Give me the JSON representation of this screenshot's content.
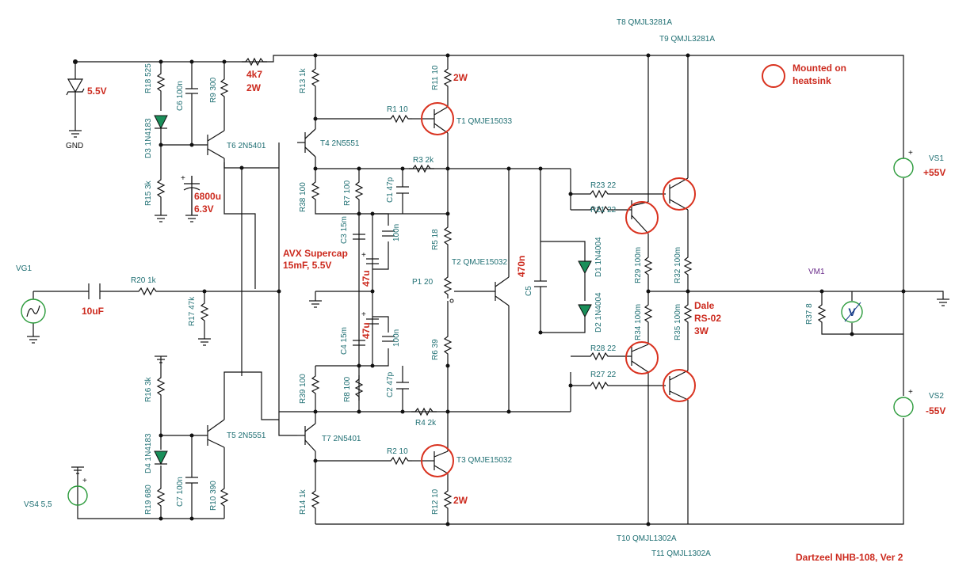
{
  "title": "Dartzeel NHB-108, Ver 2",
  "legend": "Mounted on heatsink",
  "sources": {
    "vg1": "VG1",
    "vs1": "VS1",
    "vs1_value": "+55V",
    "vs2": "VS2",
    "vs2_value": "-55V",
    "vs4": "VS4 5,5",
    "gnd": "GND",
    "vm1": "VM1",
    "meter_symbol": "V"
  },
  "notes": {
    "zener": "5.5V",
    "r_4k7": "4k7",
    "r_4k7_power": "2W",
    "r11_power": "2W",
    "r12_power": "2W",
    "cap_6800u": "6800u",
    "cap_6800u_v": "6.3V",
    "supercap_1": "AVX Supercap",
    "supercap_2": "15mF, 5.5V",
    "cap_47u_top": "47u",
    "cap_47u_bot": "47u",
    "cap_10uF": "10uF",
    "cap_470n": "470n",
    "dale_1": "Dale",
    "dale_2": "RS-02",
    "dale_3": "3W"
  },
  "labels": {
    "R18": "R18 525",
    "C6": "C6 100n",
    "R9": "R9 300",
    "D3": "D3 1N4183",
    "T6": "T6 2N5401",
    "R15": "R15 3k",
    "R13": "R13 1k",
    "R11": "R11 10",
    "R1": "R1 10",
    "T1": "T1 QMJE15033",
    "T4": "T4 2N5551",
    "R3": "R3 2k",
    "R38": "R38 100",
    "R7": "R7 100",
    "C1": "C1 47p",
    "C3": "C3 15m",
    "C3b": "100n",
    "R5": "R5 18",
    "T2": "T2 QMJE15032",
    "P1": "P1 20",
    "C5": "C5",
    "D1": "D1 1N4004",
    "D2": "D2 1N4004",
    "R23": "R23 22",
    "R21": "R21 22",
    "R29": "R29 100m",
    "R32": "R32 100m",
    "R34": "R34 100m",
    "R35": "R35 100m",
    "R28": "R28 22",
    "R27": "R27 22",
    "R37": "R37 8",
    "R20": "R20 1k",
    "R17": "R17 47k",
    "C4": "C4 15m",
    "C4b": "100n",
    "R6": "R6 39",
    "R39": "R39 100",
    "R8": "R8 100",
    "C2": "C2 47p",
    "R4": "R4 2k",
    "R16": "R16 3k",
    "D4": "D4 1N4183",
    "T5": "T5 2N5551",
    "T7": "T7 2N5401",
    "R2": "R2 10",
    "T3": "T3 QMJE15032",
    "R19": "R19 680",
    "C7": "C7 100n",
    "R10": "R10 390",
    "R14": "R14 1k",
    "R12": "R12 10",
    "T8": "T8 QMJL3281A",
    "T9": "T9 QMJL3281A",
    "T10": "T10 QMJL1302A",
    "T11": "T11 QMJL1302A"
  },
  "colors": {
    "wire": "#111111",
    "label": "#1f6f73",
    "annotation": "#cc2a1e",
    "heatsink_ring": "#d9321f",
    "diode": "#1a8f5a",
    "source": "#2a9a3a"
  }
}
